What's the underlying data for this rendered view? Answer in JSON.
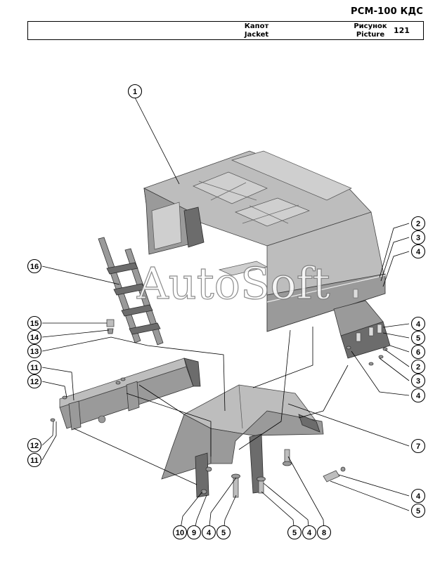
{
  "header": {
    "doc_code": "РСМ-100 КДС",
    "title_ru": "Капот",
    "title_en": "Jacket",
    "picture_label_ru": "Рисунок",
    "picture_label_en": "Picture",
    "picture_number": "121"
  },
  "watermark": "AutoSoft",
  "callouts": [
    {
      "id": "c1",
      "label": "1"
    },
    {
      "id": "c2a",
      "label": "2"
    },
    {
      "id": "c3a",
      "label": "3"
    },
    {
      "id": "c4a",
      "label": "4"
    },
    {
      "id": "c16",
      "label": "16"
    },
    {
      "id": "c4b",
      "label": "4"
    },
    {
      "id": "c5a",
      "label": "5"
    },
    {
      "id": "c6",
      "label": "6"
    },
    {
      "id": "c15",
      "label": "15"
    },
    {
      "id": "c14",
      "label": "14"
    },
    {
      "id": "c13",
      "label": "13"
    },
    {
      "id": "c2b",
      "label": "2"
    },
    {
      "id": "c11a",
      "label": "11"
    },
    {
      "id": "c3b",
      "label": "3"
    },
    {
      "id": "c12a",
      "label": "12"
    },
    {
      "id": "c4c",
      "label": "4"
    },
    {
      "id": "c7",
      "label": "7"
    },
    {
      "id": "c12b",
      "label": "12"
    },
    {
      "id": "c11b",
      "label": "11"
    },
    {
      "id": "c4d",
      "label": "4"
    },
    {
      "id": "c5b",
      "label": "5"
    },
    {
      "id": "c10",
      "label": "10"
    },
    {
      "id": "c9",
      "label": "9"
    },
    {
      "id": "c4e",
      "label": "4"
    },
    {
      "id": "c5c",
      "label": "5"
    },
    {
      "id": "c5d",
      "label": "5"
    },
    {
      "id": "c4f",
      "label": "4"
    },
    {
      "id": "c8",
      "label": "8"
    }
  ]
}
